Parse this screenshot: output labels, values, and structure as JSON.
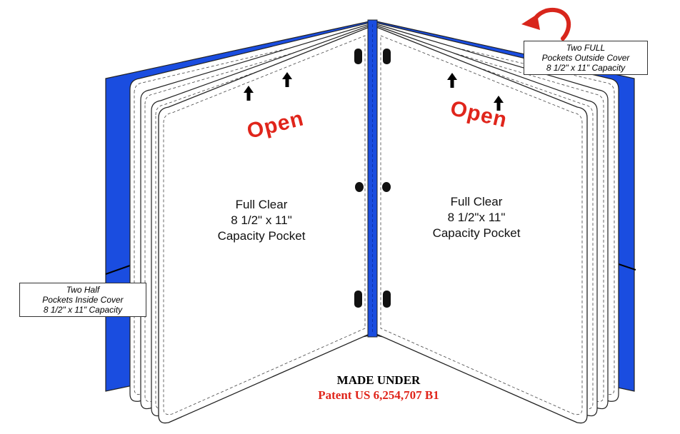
{
  "colors": {
    "cover_blue": "#1a4de0",
    "open_red": "#e0251b",
    "arrow_red": "#d8261c",
    "patent_red": "#e0251b",
    "outline": "#222222"
  },
  "icons": {
    "up_arrow": "up-arrow-icon",
    "curved_arrow": "curved-arrow-icon"
  },
  "left_page": {
    "open_label": "Open",
    "pocket_lines": [
      "Full Clear",
      "8 1/2\" x 11\"",
      "Capacity Pocket"
    ]
  },
  "right_page": {
    "open_label": "Open",
    "pocket_lines": [
      "Full Clear",
      "8 1/2\"x  11\"",
      "Capacity Pocket"
    ]
  },
  "callout_outside": {
    "lines": [
      "Two FULL",
      "Pockets Outside Cover",
      "8 1/2\" x 11\" Capacity"
    ]
  },
  "callout_inside": {
    "lines": [
      "Two Half",
      "Pockets Inside Cover",
      "8 1/2\" x 11\" Capacity"
    ]
  },
  "footer": {
    "made_under": "MADE UNDER",
    "patent": "Patent US 6,254,707 B1"
  }
}
